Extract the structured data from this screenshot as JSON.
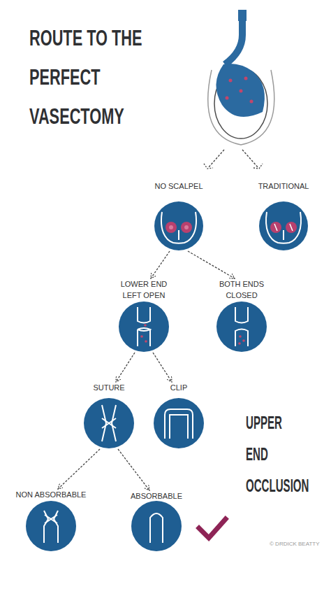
{
  "diagram": {
    "title": "ROUTE TO THE PERFECT VASECTOMY",
    "nodes": [
      {
        "text": [
          "NO SCALPEL"
        ]
      },
      {
        "text": [
          "TRADITIONAL"
        ]
      },
      {
        "text": [
          "LOWER END LEFT OPEN"
        ]
      },
      {
        "text": [
          "BOTH ENDS CLOSED"
        ]
      },
      {
        "text": [
          "SUTURE"
        ]
      },
      {
        "text": [
          "CLIP"
        ]
      },
      {
        "text": [
          "NON ABSORBABLE"
        ]
      },
      {
        "text": [
          "ABSORBABLE"
        ]
      }
    ],
    "edges": [
      {
        "from": 0,
        "to": 2,
        "arrow": "to"
      },
      {
        "from": 0,
        "to": 3,
        "arrow": "to"
      },
      {
        "from": 2,
        "to": 4,
        "arrow": "to"
      },
      {
        "from": 2,
        "to": 5,
        "arrow": "to"
      },
      {
        "from": 4,
        "to": 6,
        "arrow": "to"
      },
      {
        "from": 4,
        "to": 7,
        "arrow": "to"
      }
    ],
    "labels": [
      "UPPER END OCCLUSION",
      "© DRDICK BEATTY"
    ]
  }
}
